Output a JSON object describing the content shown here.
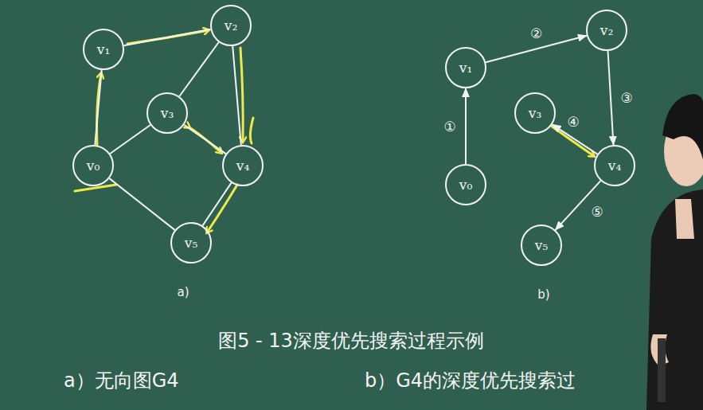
{
  "diagram": {
    "caption": "图5 - 13深度优先搜索过程示例",
    "nodes": [
      {
        "text": [
          "v₀"
        ]
      },
      {
        "text": [
          "v₁"
        ]
      },
      {
        "text": [
          "v₂"
        ]
      },
      {
        "text": [
          "v₃"
        ]
      },
      {
        "text": [
          "v₄"
        ]
      },
      {
        "text": [
          "v₅"
        ]
      },
      {
        "text": [
          "v₀"
        ]
      },
      {
        "text": [
          "v₁"
        ]
      },
      {
        "text": [
          "v₂"
        ]
      },
      {
        "text": [
          "v₃"
        ]
      },
      {
        "text": [
          "v₄"
        ]
      },
      {
        "text": [
          "v₅"
        ]
      }
    ],
    "edges": [
      {
        "from": 0,
        "to": 1,
        "arrow": "none"
      },
      {
        "from": 1,
        "to": 2,
        "arrow": "none"
      },
      {
        "from": 2,
        "to": 3,
        "arrow": "none"
      },
      {
        "from": 2,
        "to": 4,
        "arrow": "none"
      },
      {
        "from": 3,
        "to": 4,
        "arrow": "none"
      },
      {
        "from": 0,
        "to": 3,
        "arrow": "none"
      },
      {
        "from": 0,
        "to": 5,
        "arrow": "none"
      },
      {
        "from": 4,
        "to": 5,
        "arrow": "none"
      },
      {
        "from": 6,
        "to": 7,
        "arrow": "to",
        "label": "①"
      },
      {
        "from": 7,
        "to": 8,
        "arrow": "to",
        "label": "②"
      },
      {
        "from": 8,
        "to": 10,
        "arrow": "to",
        "label": "③"
      },
      {
        "from": 10,
        "to": 9,
        "arrow": "to",
        "label": "④"
      },
      {
        "from": 10,
        "to": 11,
        "arrow": "to",
        "label": "⑤"
      }
    ],
    "labels": [
      "a)",
      "b)",
      "a）无向图G4",
      "b）G4的深度优先搜索过"
    ]
  }
}
